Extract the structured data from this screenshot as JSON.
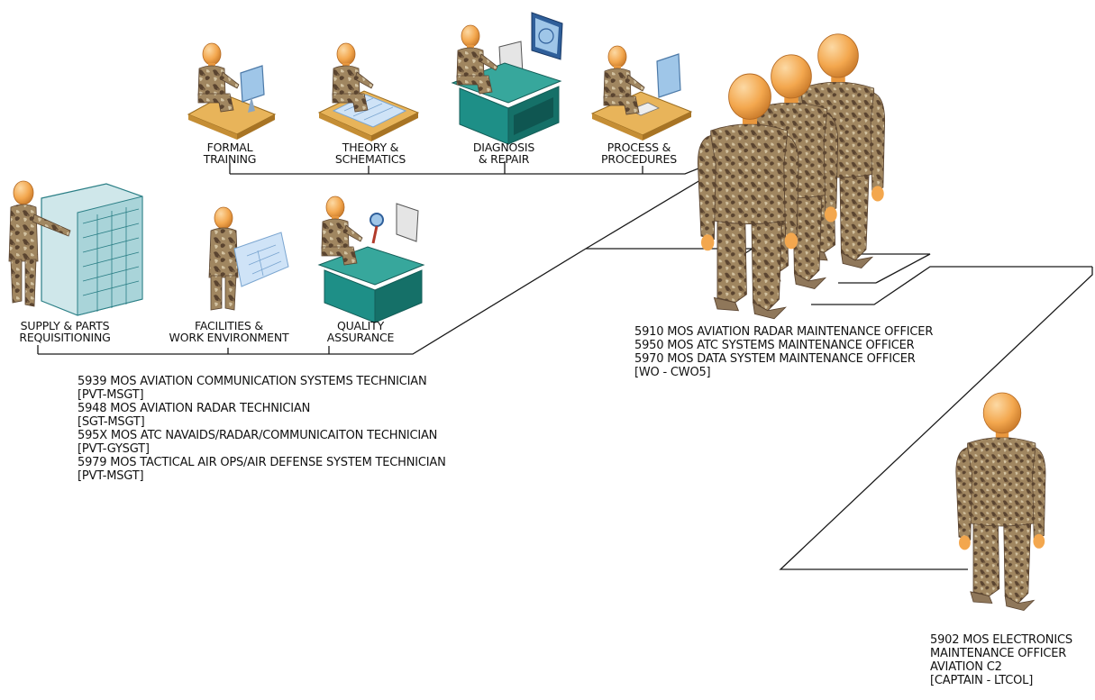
{
  "colors": {
    "line": "#1a1a1a",
    "skin": "#f3a74e",
    "camo_base": "#a08660",
    "camo_dark": "#5a4430",
    "camo_light": "#d2c2a1",
    "desk_wood": "#e8b45a",
    "desk_teal": "#1e8f87",
    "screen": "#9fc6e8",
    "blueprint": "#cfe3f7"
  },
  "top_row": [
    {
      "id": "formal-training",
      "icon": "trainee-at-computer-desk-icon",
      "lines": [
        "FORMAL",
        "TRAINING"
      ]
    },
    {
      "id": "theory-schematics",
      "icon": "technician-reading-schematic-icon",
      "lines": [
        "THEORY &",
        "SCHEMATICS"
      ]
    },
    {
      "id": "diagnosis-repair",
      "icon": "technician-at-test-console-icon",
      "lines": [
        "DIAGNOSIS",
        "& REPAIR"
      ]
    },
    {
      "id": "process-procedures",
      "icon": "technician-at-workstation-icon",
      "lines": [
        "PROCESS &",
        "PROCEDURES"
      ]
    }
  ],
  "bottom_row": [
    {
      "id": "supply-parts",
      "icon": "parts-cabinet-clerk-icon",
      "lines": [
        "SUPPLY & PARTS",
        "REQUISITIONING"
      ]
    },
    {
      "id": "facilities-work",
      "icon": "person-holding-floor-plan-icon",
      "lines": [
        "FACILITIES &",
        "WORK ENVIRONMENT"
      ]
    },
    {
      "id": "quality-assurance",
      "icon": "inspector-with-magnifier-icon",
      "lines": [
        "QUALITY",
        "ASSURANCE"
      ]
    }
  ],
  "enlisted_text": [
    "5939 MOS AVIATION COMMUNICATION SYSTEMS TECHNICIAN",
    "[PVT-MSGT]",
    "5948 MOS AVIATION RADAR TECHNICIAN",
    "[SGT-MSGT]",
    "595X MOS ATC NAVAIDS/RADAR/COMMUNICAITON TECHNICIAN",
    "[PVT-GYSGT]",
    "5979 MOS TACTICAL AIR OPS/AIR DEFENSE SYSTEM TECHNICIAN",
    "[PVT-MSGT]"
  ],
  "warrant_text": [
    "5910 MOS AVIATION RADAR MAINTENANCE OFFICER",
    "5950 MOS ATC SYSTEMS MAINTENANCE OFFICER",
    "5970 MOS DATA SYSTEM MAINTENANCE OFFICER",
    "[WO - CWO5]"
  ],
  "officer_text": [
    "5902 MOS ELECTRONICS",
    "MAINTENANCE OFFICER",
    "AVIATION C2",
    "[CAPTAIN - LTCOL]"
  ]
}
